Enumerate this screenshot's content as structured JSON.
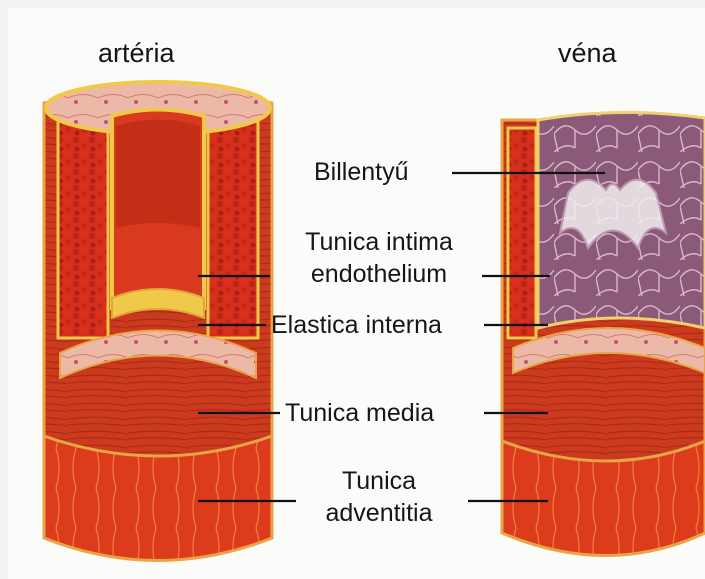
{
  "titles": {
    "artery": "artéria",
    "vein": "véna"
  },
  "labels": {
    "valve": "Billentyű",
    "intima_line1": "Tunica intima",
    "intima_line2": "endothelium",
    "elastica": "Elastica interna",
    "media": "Tunica media",
    "adventitia_line1": "Tunica",
    "adventitia_line2": "adventitia"
  },
  "colors": {
    "adventitia": "#d8381e",
    "media": "#c8341c",
    "intima": "#e9b3a6",
    "elastic": "#f0c84a",
    "vein_lumen": "#8a5a77",
    "artery_lumen": "#d93a1e",
    "blood_cell": "#b82418"
  }
}
